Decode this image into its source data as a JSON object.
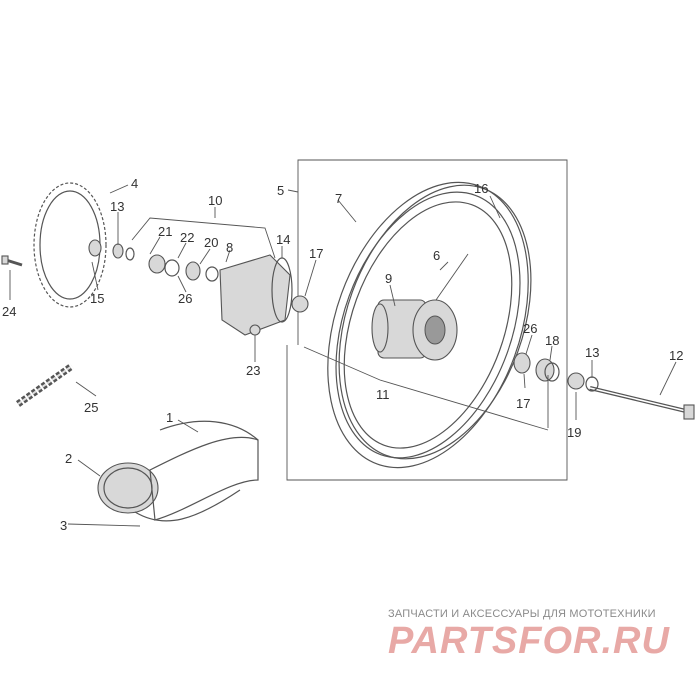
{
  "labels": {
    "l1": "1",
    "l2": "2",
    "l3": "3",
    "l4": "4",
    "l5": "5",
    "l6": "6",
    "l7": "7",
    "l8": "8",
    "l9": "9",
    "l10": "10",
    "l11": "11",
    "l12": "12",
    "l13a": "13",
    "l13b": "13",
    "l14": "14",
    "l15": "15",
    "l16": "16",
    "l17a": "17",
    "l17b": "17",
    "l18": "18",
    "l19": "19",
    "l20": "20",
    "l21": "21",
    "l22": "22",
    "l23": "23",
    "l24": "24",
    "l25": "25",
    "l26a": "26",
    "l26b": "26"
  },
  "watermark": {
    "caption": "ЗАПЧАСТИ И АКСЕССУАРЫ ДЛЯ МОТОТЕХНИКИ",
    "logo": "PARTSFOR.RU"
  }
}
